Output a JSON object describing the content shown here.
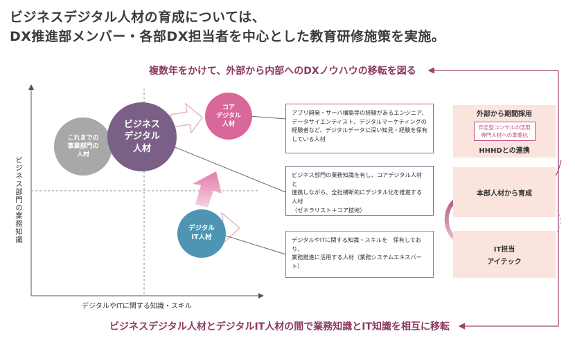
{
  "heading": {
    "line1": "ビジネスデジタル人材の育成については、",
    "line2": "DX推進部メンバー・各部DX担当者を中心とした教育研修施策を実施。"
  },
  "top_flow_label": "複数年をかけて、外部から内部へのDXノウハウの移転を図る",
  "bottom_flow_label": "ビジネスデジタル人材とデジタルIT人材の間で業務知識とIT知識を相互に移転",
  "axes": {
    "y_label": "ビジネス部門の業務知識",
    "x_label": "デジタルやITに関する知識・スキル"
  },
  "circles": {
    "legacy": "これまでの\n事業部門の\n人材",
    "business_digital": "ビジネス\nデジタル\n人材",
    "core_digital": "コア\nデジタル\n人材",
    "digital_it": "デジタル\nIT人材"
  },
  "descriptions": {
    "core": "アプリ開発・サーバ構築等の経験があるエンジニア、\nデータサイエンティスト、デジタルマーケティングの\n経験者など、デジタルデータに深い知見・経験を保有\nしている人材",
    "business": "ビジネス部門の業務知識を有し、コアデジタル人材と\n連携しながら、全社横断的にデジタル化を推進する人材\n（ゼネラリスト＋コア技術）",
    "it": "デジタルやITに関する知識・スキルを　保有しており、\n業務推進に活用する人材（業務システムエキスパート）"
  },
  "right_panel": {
    "external_title": "外部から期間採用",
    "external_note_line1": "伴走型コンサルの活用",
    "external_note_line2": "専門人材への準委託",
    "external_partner": "HHHDとの連携",
    "internal": "本部人材から育成",
    "it_line1": "IT担当",
    "it_line2": "アイテック"
  },
  "colors": {
    "legacy": "#a8a8a8",
    "business_digital": "#7a5f86",
    "core_digital": "#d8689a",
    "digital_it": "#4e95b4",
    "core_box_border": "#c04d7e",
    "business_box_border": "#7a5f86",
    "it_box_border": "#4e95b4",
    "flow": "#a0426e",
    "pink_box": "#fbe4de"
  }
}
